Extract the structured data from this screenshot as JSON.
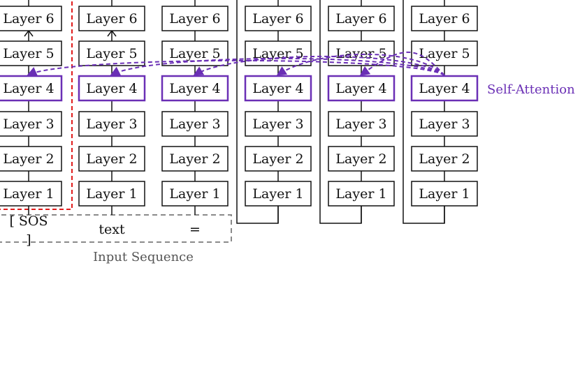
{
  "diagram": {
    "columns": 6,
    "layers": [
      "Layer 6",
      "Layer 5",
      "Layer 4",
      "Layer 3",
      "Layer 2",
      "Layer 1"
    ],
    "highlight_layer": "Layer 4",
    "input_tokens": [
      "[ SOS ]",
      "text",
      "="
    ],
    "input_caption": "Input Sequence",
    "attention_label": "Self-Attention",
    "colors": {
      "accent": "#6a2fb5",
      "box_stroke": "#111111",
      "red_dashed": "#e01b1b",
      "gray_dashed": "#8a8a8a",
      "caption": "#555555"
    }
  }
}
